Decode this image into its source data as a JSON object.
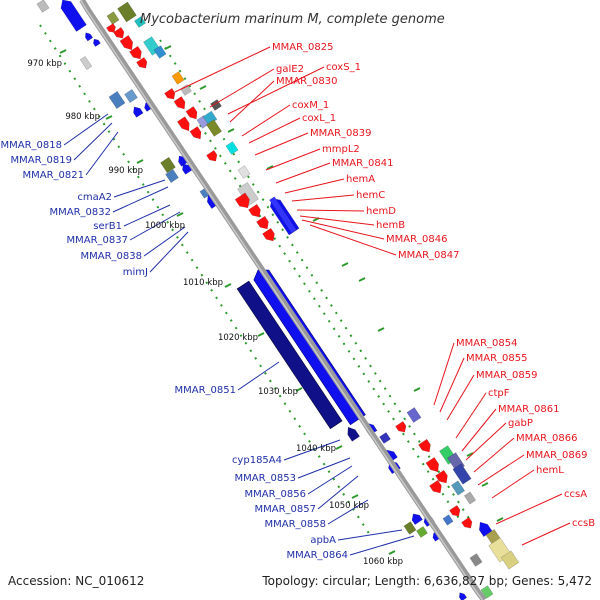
{
  "title": "Mycobacterium marinum M, complete genome",
  "footer": {
    "accession": "Accession: NC_010612",
    "summary": "Topology: circular; Length: 6,636,827 bp; Genes: 5,472"
  },
  "colors": {
    "backbone": "#9a9a9a",
    "tick": "#2e9a2e",
    "forward_label": "#e8141c",
    "reverse_label": "#1f2fa8"
  },
  "ticks": [
    "970 kbp",
    "980 kbp",
    "990 kbp",
    "1000 kbp",
    "1010 kbp",
    "1020 kbp",
    "1030 kbp",
    "1040 kbp",
    "1050 kbp",
    "1060 kbp"
  ],
  "forward_genes": [
    "MMAR_0825",
    "galE2",
    "coxS_1",
    "MMAR_0830",
    "coxM_1",
    "coxL_1",
    "MMAR_0839",
    "mmpL2",
    "MMAR_0841",
    "hemA",
    "hemC",
    "hemD",
    "hemB",
    "MMAR_0846",
    "MMAR_0847",
    "MMAR_0854",
    "MMAR_0855",
    "MMAR_0859",
    "ctpF",
    "MMAR_0861",
    "gabP",
    "MMAR_0866",
    "MMAR_0869",
    "hemL",
    "ccsA",
    "ccsB"
  ],
  "reverse_genes": [
    "MMAR_0818",
    "MMAR_0819",
    "MMAR_0821",
    "cmaA2",
    "MMAR_0832",
    "serB1",
    "MMAR_0837",
    "MMAR_0838",
    "mimJ",
    "MMAR_0851",
    "cyp185A4",
    "MMAR_0853",
    "MMAR_0856",
    "MMAR_0857",
    "MMAR_0858",
    "apbA",
    "MMAR_0864"
  ]
}
